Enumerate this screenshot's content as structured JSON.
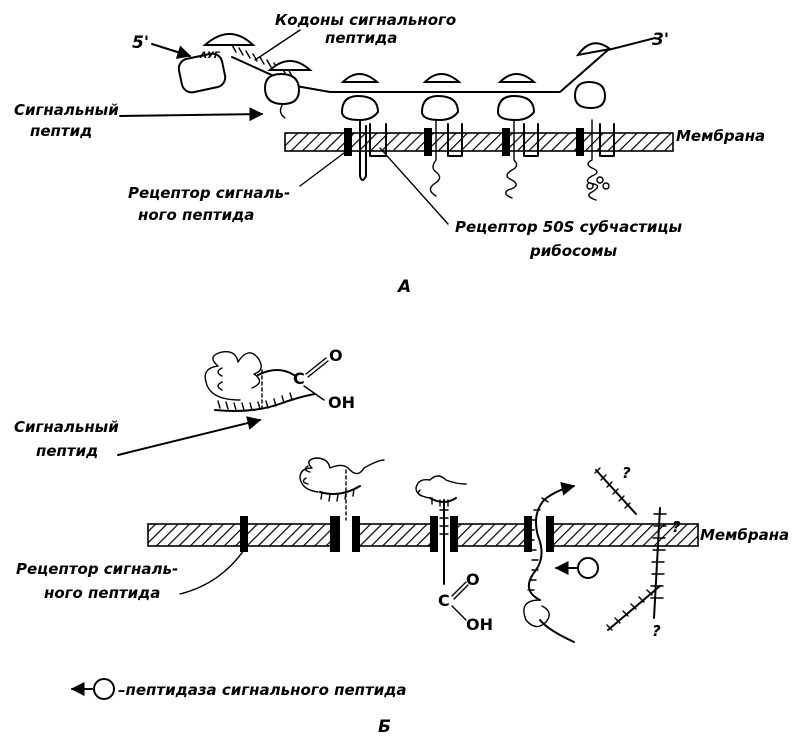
{
  "panel_a": {
    "end_5": "5'",
    "end_3": "3'",
    "start_codon": "АУГ",
    "codons_label_line1": "Кодоны сигнального",
    "codons_label_line2": "пептида",
    "signal_peptide_line1": "Сигнальный",
    "signal_peptide_line2": "пептид",
    "membrane": "Мембрана",
    "receptor_signal_line1": "Рецептор сигналь-",
    "receptor_signal_line2": "ного пептида",
    "receptor_50s_line1": "Рецептор 50S субчастицы",
    "receptor_50s_line2": "рибосомы",
    "panel_letter": "А"
  },
  "panel_b": {
    "carbonyl_o": "O",
    "carboxyl_c": "C",
    "hydroxyl": "OH",
    "signal_peptide_line1": "Сигнальный",
    "signal_peptide_line2": "пептид",
    "membrane": "Мембрана",
    "receptor_signal_line1": "Рецептор сигналь-",
    "receptor_signal_line2": "ного пептида",
    "question": "?",
    "legend_text": "–пептидаза сигнального пептида",
    "panel_letter": "Б"
  }
}
